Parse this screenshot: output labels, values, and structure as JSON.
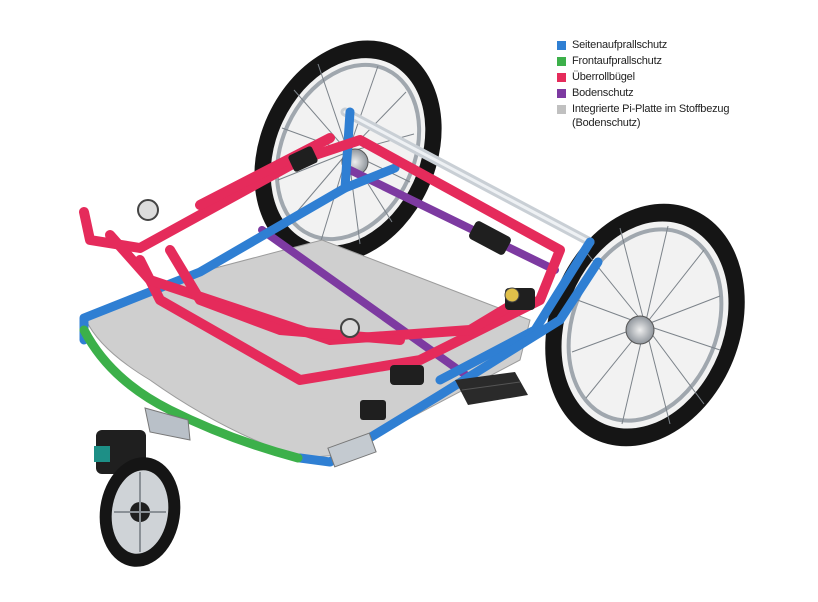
{
  "legend": {
    "items": [
      {
        "label": "Seitenaufprallschutz",
        "color": "#2f7fd3"
      },
      {
        "label": "Frontaufprallschutz",
        "color": "#3cb04a"
      },
      {
        "label": "Überrollbügel",
        "color": "#e52b5b"
      },
      {
        "label": "Bodenschutz",
        "color": "#7d3aa1"
      },
      {
        "label": "Integrierte Pi-Platte im Stoffbezug",
        "label_line2": "(Bodenschutz)",
        "color": "#c0c0c0"
      }
    ]
  },
  "colors": {
    "side_frame": "#2f7fd3",
    "front_frame": "#3cb04a",
    "roll_bar": "#e52b5b",
    "floor_bar": "#7d3aa1",
    "floor_plate": "#cfcfcf",
    "metal": "#b9c0c8",
    "tire": "#1a1a1a",
    "rim": "#9aa3ad",
    "teal_clamp": "#1d8f86"
  },
  "icons": [
    "large-wheel-left-icon",
    "large-wheel-right-icon",
    "front-swivel-wheel-icon",
    "hitch-icon"
  ]
}
